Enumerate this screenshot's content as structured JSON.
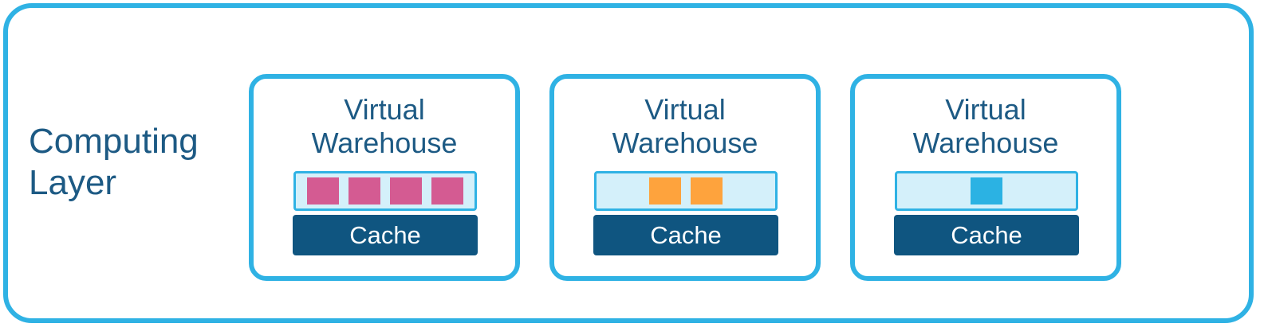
{
  "layer": {
    "title_line1": "Computing",
    "title_line2": "Layer",
    "border_color": "#2fb2e4",
    "text_color": "#1d5a84"
  },
  "warehouses": [
    {
      "title_line1": "Virtual",
      "title_line2": "Warehouse",
      "cache_label": "Cache",
      "blocks": 4,
      "block_color": "#d45b92"
    },
    {
      "title_line1": "Virtual",
      "title_line2": "Warehouse",
      "cache_label": "Cache",
      "blocks": 2,
      "block_color": "#fea33d"
    },
    {
      "title_line1": "Virtual",
      "title_line2": "Warehouse",
      "cache_label": "Cache",
      "blocks": 1,
      "block_color": "#2bb2e3"
    }
  ],
  "colors": {
    "bar_fill": "#d4f0fa",
    "cache_fill": "#0f5580"
  }
}
